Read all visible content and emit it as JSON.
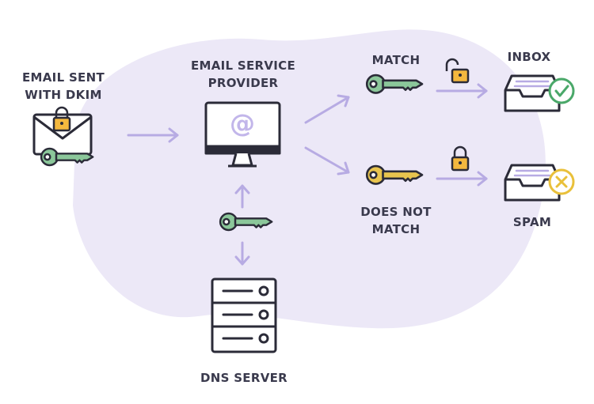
{
  "labels": {
    "email_sent": [
      "EMAIL SENT",
      "WITH DKIM"
    ],
    "provider": [
      "EMAIL SERVICE",
      "PROVIDER"
    ],
    "match": "MATCH",
    "does_not_match": [
      "DOES NOT",
      "MATCH"
    ],
    "inbox": "INBOX",
    "spam": "SPAM",
    "dns_server": "DNS SERVER",
    "provider_symbol": "@"
  },
  "colors": {
    "blob": "#ece8f7",
    "outline": "#2b2b38",
    "arrow": "#b7abe3",
    "key_green": "#8bc79a",
    "key_yellow": "#e8c44e",
    "lock_orange": "#f4b83e",
    "check_green": "#4aa869",
    "cross_yellow": "#e9c03a",
    "tray_lines": "#b7abe3",
    "at_symbol": "#c2b6ea"
  },
  "icons": [
    "envelope-icon",
    "lock-icon",
    "key-icon",
    "monitor-icon",
    "server-icon",
    "inbox-tray-icon",
    "check-icon",
    "cross-icon",
    "open-lock-icon"
  ]
}
